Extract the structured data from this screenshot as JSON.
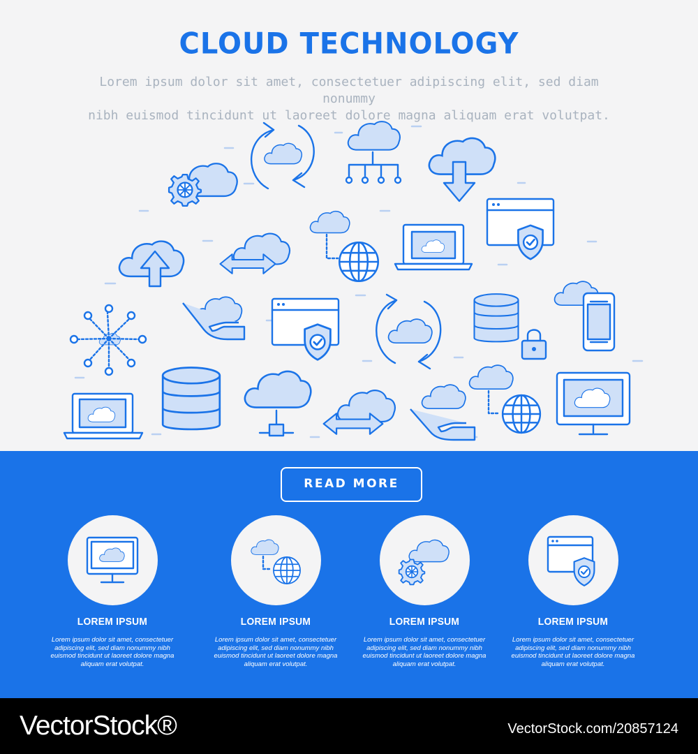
{
  "header": {
    "title": "CLOUD TECHNOLOGY",
    "subtitle_line1": "Lorem ipsum dolor sit amet, consectetuer adipiscing elit, sed diam nonummy",
    "subtitle_line2": "nibh euismod tincidunt ut laoreet dolore magna aliquam erat volutpat."
  },
  "colors": {
    "accent": "#1a73e8",
    "icon_fill": "#cfe0f8",
    "background": "#f4f4f5",
    "subtitle": "#a9b3bf"
  },
  "icons": [
    "cloud-gear-icon",
    "cloud-sync-icon",
    "cloud-network-icon",
    "cloud-download-icon",
    "cloud-upload-icon",
    "cloud-transfer-icon",
    "cloud-globe-icon",
    "laptop-cloud-icon",
    "browser-shield-icon",
    "cloud-hub-icon",
    "hand-cloud-icon",
    "database-lock-icon",
    "mobile-phone-icon",
    "database-icon",
    "cloud-server-icon",
    "monitor-cloud-icon"
  ],
  "cta": {
    "label": "READ MORE"
  },
  "features": [
    {
      "icon": "monitor-cloud-icon",
      "title": "LOREM IPSUM",
      "desc_1": "Lorem ipsum dolor sit amet, consectetuer",
      "desc_2": "adipiscing elit, sed diam nonummy nibh",
      "desc_3": "euismod tincidunt ut laoreet dolore magna",
      "desc_4": "aliquam erat volutpat."
    },
    {
      "icon": "cloud-globe-icon",
      "title": "LOREM IPSUM",
      "desc_1": "Lorem ipsum dolor sit amet, consectetuer",
      "desc_2": "adipiscing elit, sed diam nonummy nibh",
      "desc_3": "euismod tincidunt ut laoreet dolore magna",
      "desc_4": "aliquam erat volutpat."
    },
    {
      "icon": "cloud-gear-icon",
      "title": "LOREM IPSUM",
      "desc_1": "Lorem ipsum dolor sit amet, consectetuer",
      "desc_2": "adipiscing elit, sed diam nonummy nibh",
      "desc_3": "euismod tincidunt ut laoreet dolore magna",
      "desc_4": "aliquam erat volutpat."
    },
    {
      "icon": "browser-shield-icon",
      "title": "LOREM IPSUM",
      "desc_1": "Lorem ipsum dolor sit amet, consectetuer",
      "desc_2": "adipiscing elit, sed diam nonummy nibh",
      "desc_3": "euismod tincidunt ut laoreet dolore magna",
      "desc_4": "aliquam erat volutpat."
    }
  ],
  "watermark": {
    "brand": "VectorStock®",
    "id": "VectorStock.com/20857124"
  }
}
